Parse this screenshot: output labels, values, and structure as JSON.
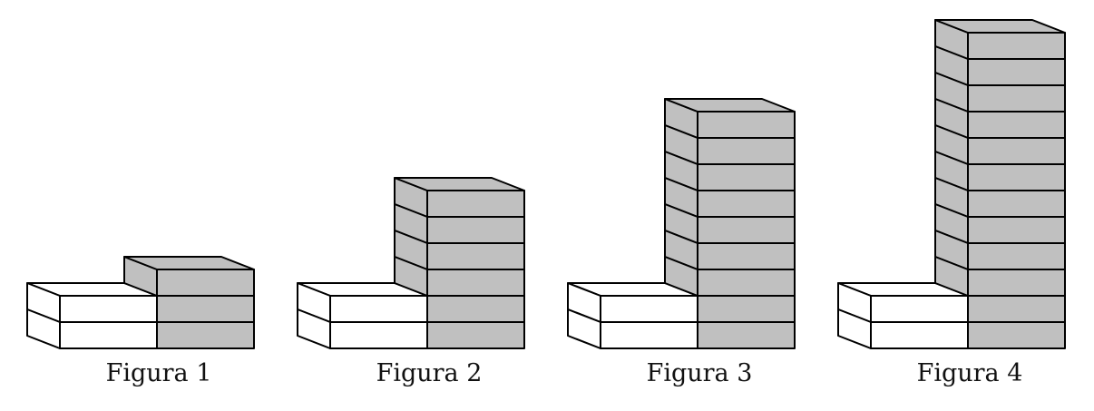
{
  "colors": {
    "white_block": "#ffffff",
    "gray_block": "#c0c0c0",
    "outline": "#000000",
    "background": "#ffffff"
  },
  "figures": [
    {
      "caption": "Figura 1",
      "white_layers": 2,
      "gray_layers": 3
    },
    {
      "caption": "Figura 2",
      "white_layers": 2,
      "gray_layers": 6
    },
    {
      "caption": "Figura 3",
      "white_layers": 2,
      "gray_layers": 9
    },
    {
      "caption": "Figura 4",
      "white_layers": 2,
      "gray_layers": 12
    }
  ]
}
